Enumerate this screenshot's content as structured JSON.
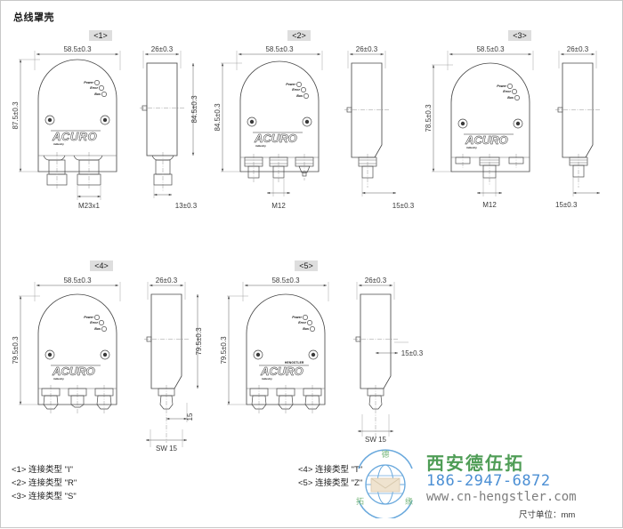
{
  "page": {
    "title": "总线罩壳",
    "unit_note": "尺寸单位：mm"
  },
  "figures": [
    {
      "id": "fig-1",
      "label": "<1>",
      "front": {
        "width_dim": "58.5±0.3",
        "height_dim": "87.5±0.3",
        "leds": [
          "Power",
          "Error",
          "Bus"
        ],
        "brand": "ACURO",
        "brand_sub": "industry",
        "connector_label": "M23x1",
        "connector_count": 2
      },
      "side": {
        "width_dim": "26±0.3",
        "height_dim": "84.5±0.3",
        "bottom_dim": "13±0.3"
      }
    },
    {
      "id": "fig-2",
      "label": "<2>",
      "front": {
        "width_dim": "58.5±0.3",
        "height_dim": "84.5±0.3",
        "leds": [
          "Power",
          "Error",
          "Bus"
        ],
        "brand": "ACURO",
        "brand_sub": "industry",
        "connector_label": "M12",
        "connector_count": 3
      },
      "side": {
        "width_dim": "26±0.3",
        "height_dim": "",
        "bottom_dim": "15±0.3"
      }
    },
    {
      "id": "fig-3",
      "label": "<3>",
      "front": {
        "width_dim": "58.5±0.3",
        "height_dim": "78.5±0.3",
        "leds": [
          "Power",
          "Error",
          "Bus"
        ],
        "brand": "ACURO",
        "brand_sub": "industry",
        "connector_label": "M12",
        "connector_count": 1
      },
      "side": {
        "width_dim": "26±0.3",
        "height_dim": "",
        "bottom_dim": "15±0.3"
      }
    },
    {
      "id": "fig-4",
      "label": "<4>",
      "front": {
        "width_dim": "58.5±0.3",
        "height_dim": "79.5±0.3",
        "leds": [
          "Power",
          "Error",
          "Bus"
        ],
        "brand": "ACURO",
        "brand_sub": "industry",
        "connector_label": "",
        "connector_count": 3
      },
      "side": {
        "width_dim": "26±0.3",
        "height_dim": "79.5±0.3",
        "bottom_dim": "15",
        "wrench_dim": "SW 15"
      }
    },
    {
      "id": "fig-5",
      "label": "<5>",
      "front": {
        "width_dim": "58.5±0.3",
        "height_dim": "79.5±0.3",
        "leds": [
          "Power",
          "Error",
          "Bus"
        ],
        "brand": "ACURO",
        "brand_sub": "industry",
        "brand_top": "HENGSTLER",
        "connector_label": "",
        "connector_count": 3
      },
      "side": {
        "width_dim": "26±0.3",
        "height_dim": "",
        "bottom_dim": "15±0.3",
        "wrench_dim": "SW 15"
      }
    }
  ],
  "legend": {
    "left": [
      "<1> 连接类型 \"I\"",
      "<2> 连接类型 \"R\"",
      "<3> 连接类型 \"S\""
    ],
    "right": [
      "<4> 连接类型 \"T\"",
      "<5> 连接类型 \"Z\""
    ]
  },
  "watermark": {
    "company_cn": "西安德伍拓",
    "phone": "186-2947-6872",
    "url": "www.cn-hengstler.com",
    "unit_note": "尺寸单位：mm",
    "colors": {
      "company": "#4f9d56",
      "phone": "#4b8fd4",
      "url": "#7d7d7d"
    }
  }
}
